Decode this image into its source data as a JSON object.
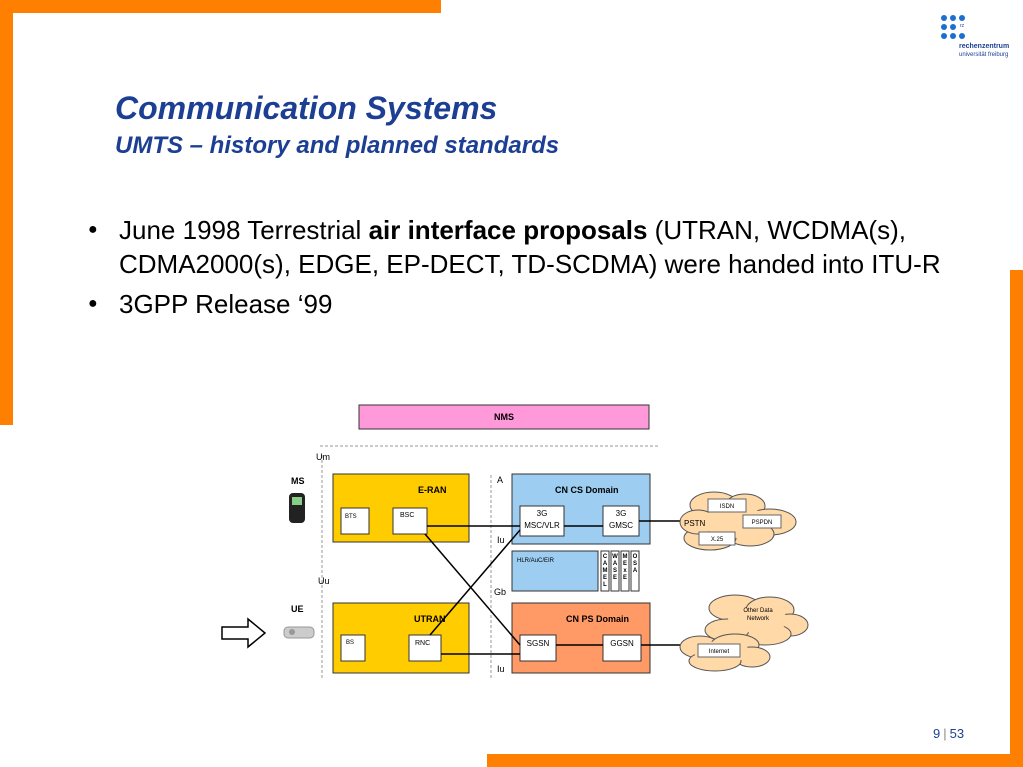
{
  "slide": {
    "title": "Communication Systems",
    "subtitle": "UMTS – history and planned standards",
    "bullets": [
      {
        "pre": "June 1998 Terrestrial ",
        "bold": "air interface proposals",
        "post": " (UTRAN, WCDMA(s), CDMA2000(s), EDGE, EP-DECT, TD-SCDMA) were handed into ITU-R"
      },
      {
        "pre": "3GPP Release ‘99",
        "bold": "",
        "post": ""
      }
    ],
    "page": {
      "current": "9",
      "separator": "|",
      "total": "53"
    }
  },
  "logo": {
    "abbr": "rz",
    "line1": "rechenzentrum",
    "line2": "universität freiburg",
    "icon": "dot-grid-logo-icon"
  },
  "colors": {
    "accent_bar": "#ff8000",
    "title": "#1c3f94",
    "nms": "#ff99d9",
    "ran": "#ffcc00",
    "cs_domain": "#9ecdf2",
    "ps_domain": "#ff9966",
    "cloud": "#ffd9a8"
  },
  "diagram": {
    "nms": "NMS",
    "interfaces": {
      "um": "Um",
      "uu": "Uu",
      "a": "A",
      "iu_top": "Iu",
      "gb": "Gb",
      "iu_bottom": "Iu"
    },
    "terminals": {
      "ms": "MS",
      "ue": "UE"
    },
    "eran": {
      "title": "E-RAN",
      "bts": "BTS",
      "bsc": "BSC"
    },
    "utran": {
      "title": "UTRAN",
      "bs": "BS",
      "rnc": "RNC"
    },
    "cs": {
      "title": "CN CS Domain",
      "msc": [
        "3G",
        "MSC/VLR"
      ],
      "gmsc": [
        "3G",
        "GMSC"
      ]
    },
    "hlr": "HLR/AuC/EIR",
    "vertical_labels": [
      [
        "C",
        "A",
        "M",
        "E",
        "L"
      ],
      [
        "W",
        "A",
        "S",
        "E"
      ],
      [
        "M",
        "E",
        "x",
        "E"
      ],
      [
        "O",
        "S",
        "A"
      ]
    ],
    "ps": {
      "title": "CN PS Domain",
      "sgsn": "SGSN",
      "ggsn": "GGSN"
    },
    "clouds": {
      "isdn": "ISDN",
      "pstn": "PSTN",
      "pspdn": "PSPDN",
      "x25": "X.25",
      "other": [
        "Other Data",
        "Network"
      ],
      "internet": "Internet"
    }
  }
}
